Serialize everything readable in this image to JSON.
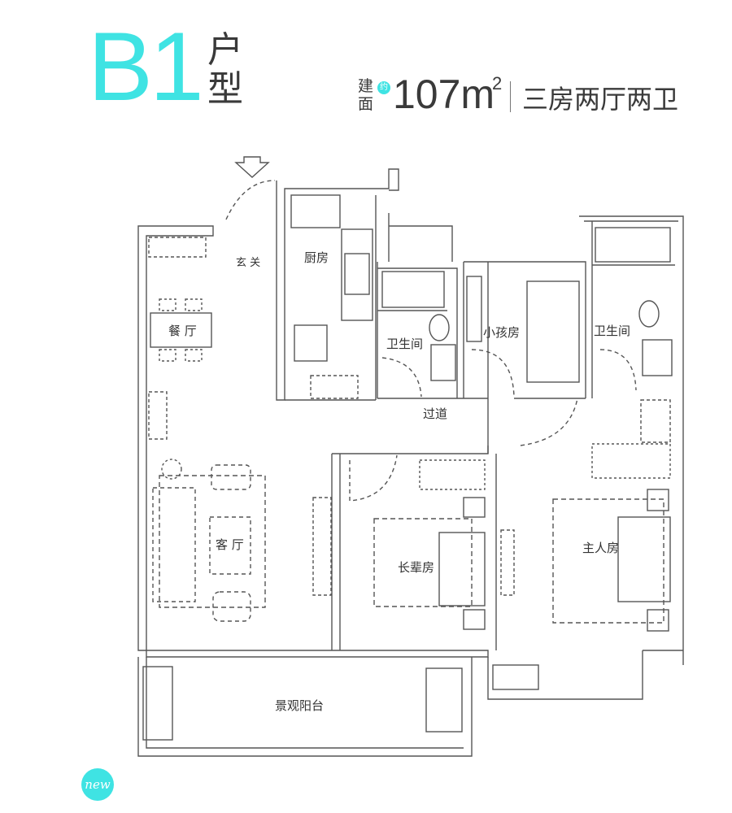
{
  "header": {
    "type_code": "B1",
    "type_word_1": "户",
    "type_word_2": "型",
    "area_label_1": "建",
    "area_label_2": "面",
    "area_approx": "约",
    "area_value": "107m",
    "area_unit_sup": "2",
    "layout_desc": "三房两厅两卫"
  },
  "rooms": {
    "entrance": "玄 关",
    "kitchen": "厨房",
    "dining": "餐 厅",
    "bathroom_1": "卫生间",
    "kids_room": "小孩房",
    "bathroom_2": "卫生间",
    "corridor": "过道",
    "living": "客 厅",
    "elder_room": "长辈房",
    "master_room": "主人房",
    "balcony": "景观阳台"
  },
  "badge": "new",
  "colors": {
    "accent": "#3fe3e3",
    "wall": "#555555"
  }
}
